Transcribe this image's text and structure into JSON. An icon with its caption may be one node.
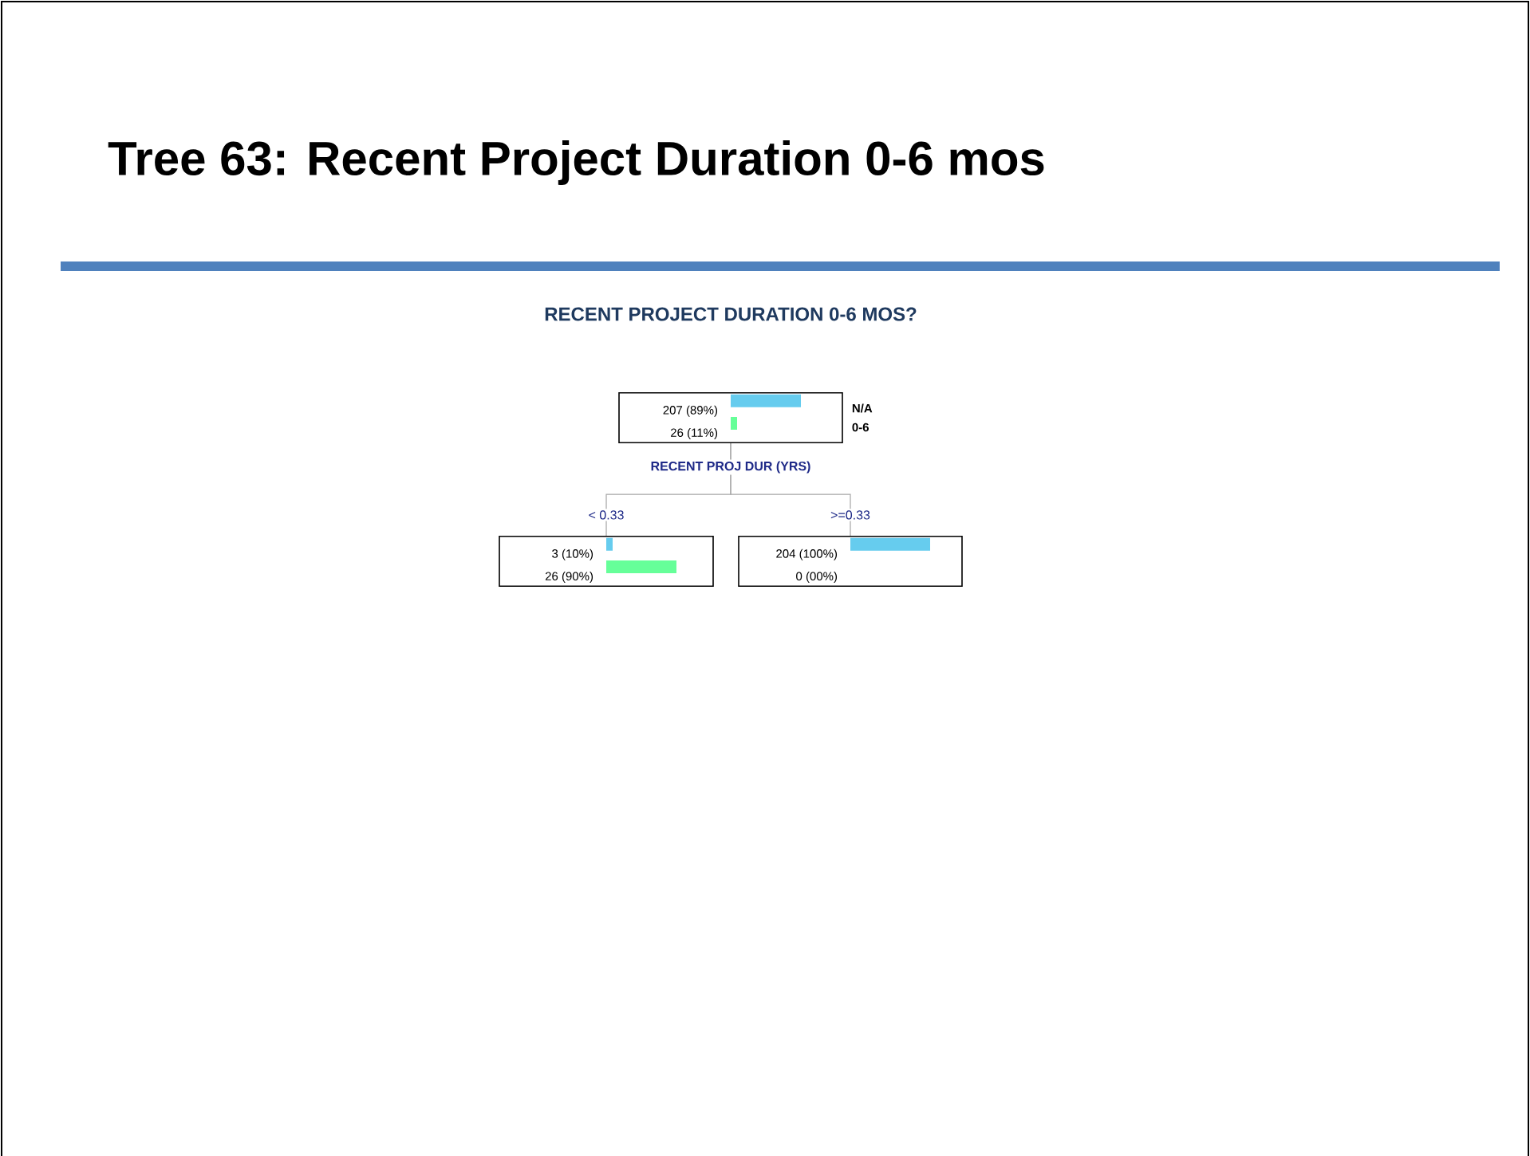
{
  "diagram": {
    "title": "Tree 63: Recent Project Duration 0-6 mos",
    "nodes": [
      {
        "text": [
          "207 (89%)",
          "26 (11%)"
        ],
        "beside": [
          "N/A",
          "0-6"
        ]
      },
      {
        "text": [
          "3 (10%)",
          "26 (90%)"
        ]
      },
      {
        "text": [
          "204 (100%)",
          "0 (00%)"
        ]
      }
    ],
    "edges": [
      {
        "from": 0,
        "to": 1,
        "arrow": "none",
        "label": "< 0.33"
      },
      {
        "from": 0,
        "to": 2,
        "arrow": "none",
        "label": ">=0.33"
      }
    ],
    "labels": [
      "RECENT PROJECT DURATION 0-6 MOS?",
      "RECENT PROJ DUR (YRS)"
    ]
  }
}
